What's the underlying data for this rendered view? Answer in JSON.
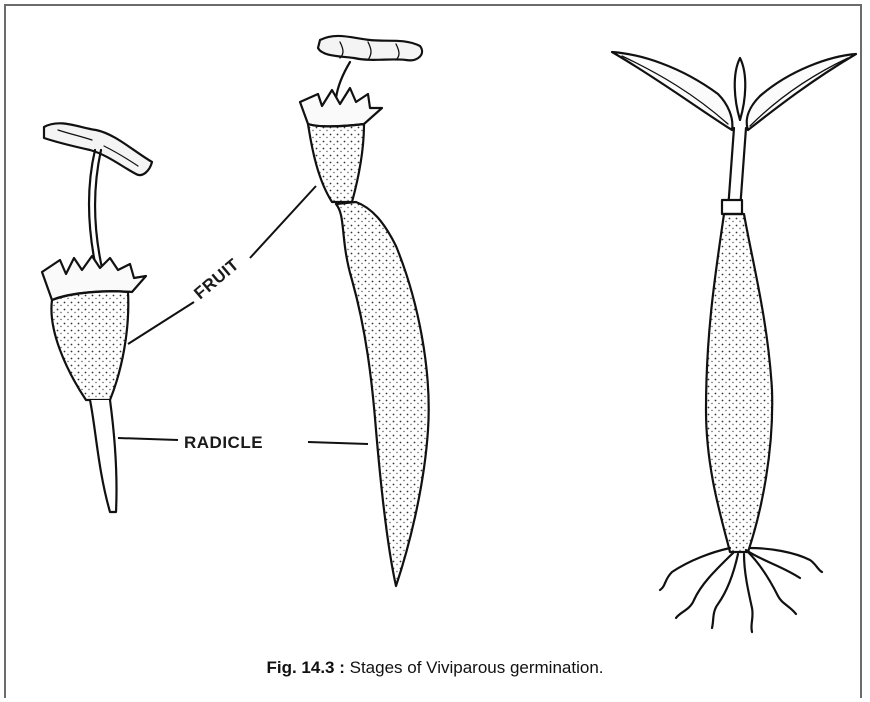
{
  "figure": {
    "labels": {
      "fruit": "FRUIT",
      "radicle": "RADICLE"
    },
    "caption": {
      "prefix": "Fig. 14.3 :",
      "text": " Stages of Viviparous germination."
    }
  }
}
